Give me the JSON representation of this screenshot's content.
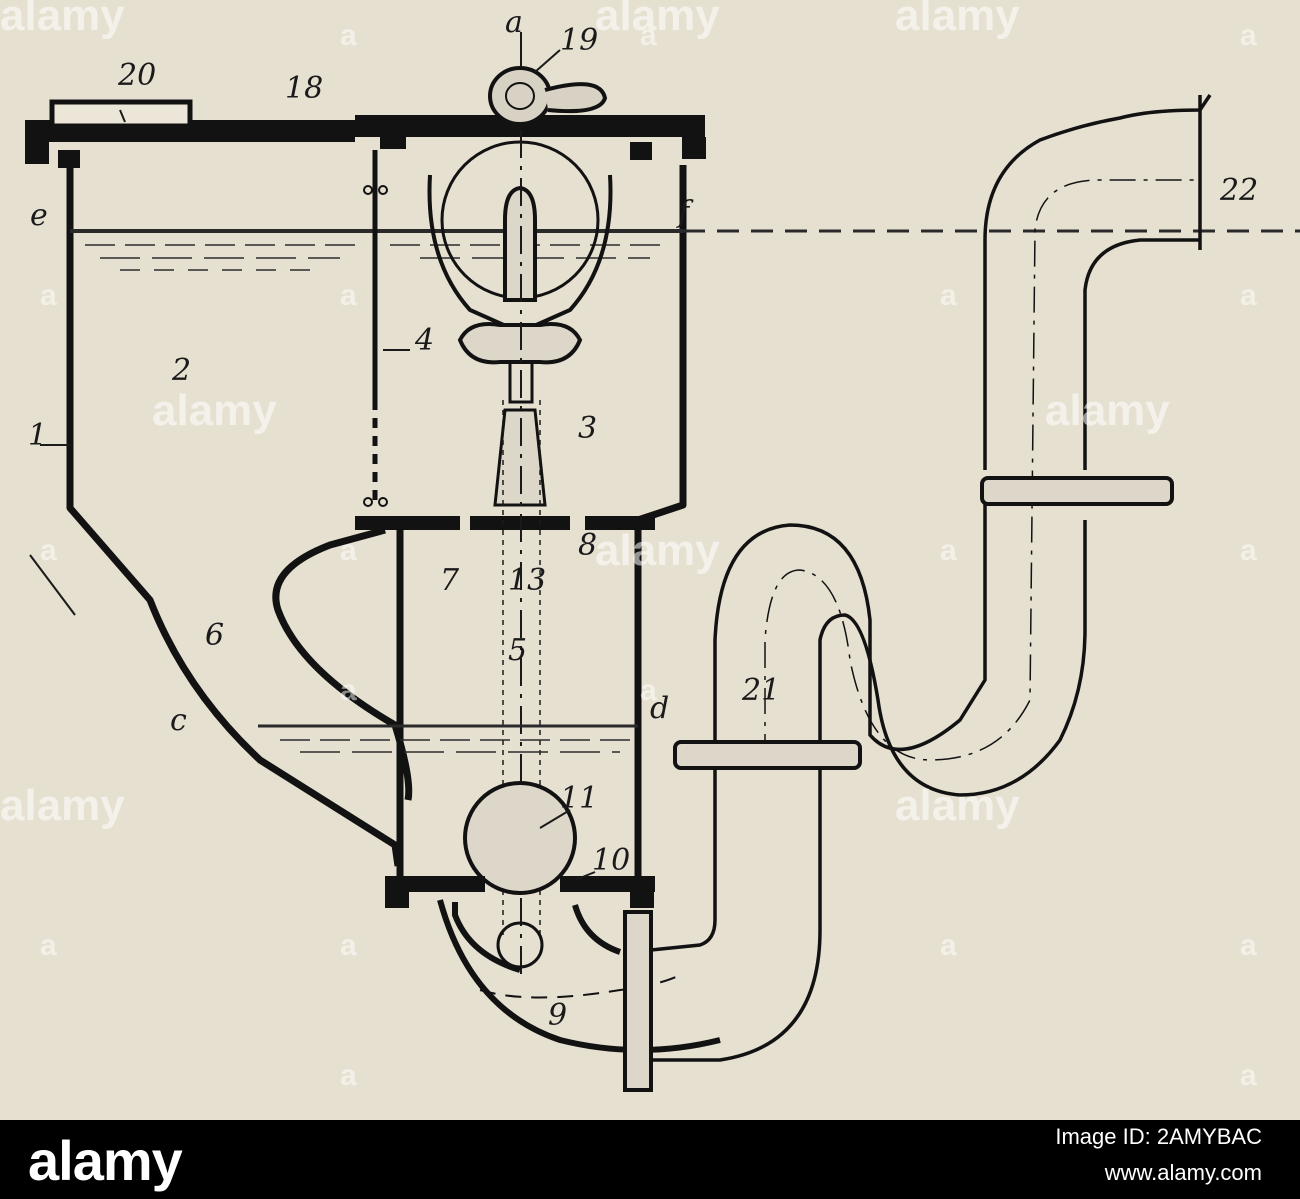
{
  "labels": {
    "a": "a",
    "n1": "1",
    "n2": "2",
    "n3": "3",
    "n4": "4",
    "n5": "5",
    "n6": "6",
    "n7": "7",
    "n8": "8",
    "n9": "9",
    "n10": "10",
    "n11": "11",
    "n13": "13",
    "n18": "18",
    "n19": "19",
    "n20": "20",
    "n21": "21",
    "n22": "22",
    "c": "c",
    "d": "d",
    "e": "e",
    "f": "f"
  },
  "watermark": {
    "word": "alamy",
    "letter": "a"
  },
  "footer": {
    "brand": "alamy",
    "image_id": "Image ID: 2AMYBAC",
    "url": "www.alamy.com"
  }
}
